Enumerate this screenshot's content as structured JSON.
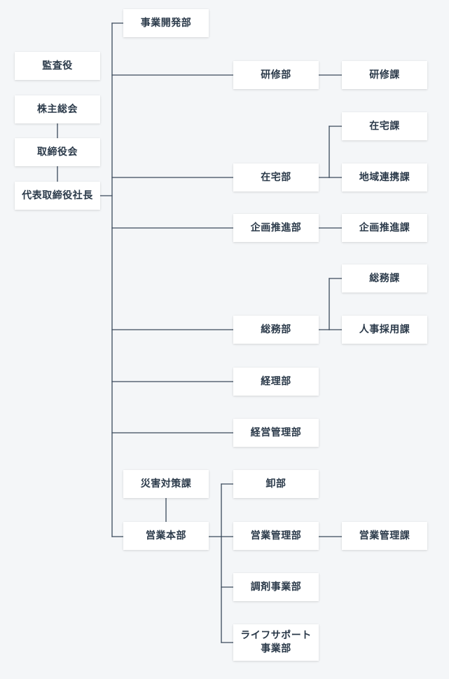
{
  "line_color": "#3a4a5c",
  "nodes": {
    "kansayaku": "監査役",
    "kabunushi_sokai": "株主総会",
    "torishimariyakukai": "取締役会",
    "daihyo": "代表取締役社長",
    "jigyo_kaihatsu": "事業開発部",
    "kenshu_bu": "研修部",
    "kenshu_ka": "研修課",
    "zaitaku_ka": "在宅課",
    "zaitaku_bu": "在宅部",
    "chiiki_renkei_ka": "地域連携課",
    "kikaku_suishin_bu": "企画推進部",
    "kikaku_suishin_ka": "企画推進課",
    "somu_ka": "総務課",
    "somu_bu": "総務部",
    "jinji_saiyo_ka": "人事採用課",
    "keiri_bu": "経理部",
    "keiei_kanri_bu": "経営管理部",
    "saigai_taisaku_ka": "災害対策課",
    "oroshi_bu": "卸部",
    "eigyo_honbu": "営業本部",
    "eigyo_kanri_bu": "営業管理部",
    "eigyo_kanri_ka": "営業管理課",
    "chozai_jigyo_bu": "調剤事業部",
    "life_support_jigyo_bu": "ライフサポート\n事業部"
  }
}
